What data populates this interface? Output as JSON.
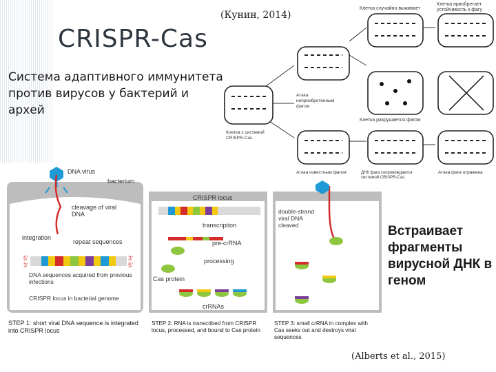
{
  "slide": {
    "title": "CRISPR-Cas",
    "subtitle": "Система адаптивного иммунитета против вирусов у бактерий и архей",
    "citation_top": "(Кунин, 2014)",
    "insert_text": "Встраивает фрагменты вирусной ДНК в геном",
    "citation_bottom": "(Alberts et al., 2015)"
  },
  "kunin_diagram": {
    "label_random_kill": "Клетка случайно выживает",
    "label_acquires": "Клетка приобретает устойчивость к фагу",
    "label_attack": "Атака неприобретенным фагом",
    "label_destroys": "Клетка разрушается фагом",
    "label_crispr_cell": "Клетка с системой CRISPR-Cas",
    "label_attack_known": "Атака известным фагом",
    "label_dna_phage": "ДНК фага сопровождается системой CRISPR-Cas",
    "label_repelled": "Атака фага отражена"
  },
  "alberts_figure": {
    "dna_virus": "DNA virus",
    "bacterium": "bacterium",
    "cleavage": "cleavage of viral DNA",
    "integration": "integration",
    "repeat_sequences": "repeat sequences",
    "dna_acquired": "DNA sequences acquired from previous infections",
    "crispr_locus_genome": "CRISPR locus in bacterial genome",
    "crispr_locus": "CRISPR locus",
    "transcription": "transcription",
    "pre_crrna": "pre-crRNA",
    "processing": "processing",
    "cas_protein": "Cas protein",
    "crrnas": "crRNAs",
    "double_strand": "double-strand viral DNA cleaved",
    "five_prime": "5’",
    "three_prime": "3’",
    "step1": "STEP 1: short viral DNA sequence is integrated into CRISPR locus",
    "step2": "STEP 2: RNA is transcribed from CRISPR locus, processed, and bound to Cas protein",
    "step3": "STEP 3: small crRNA in complex with Cas seeks out and destroys viral sequences"
  },
  "colors": {
    "panel_bg": "#bdbdbd",
    "cell_bg": "#ffffff",
    "virus_blue": "#1f9ad6",
    "viral_red": "#d42b2b",
    "repeat_yellow": "#f2c811",
    "cas_green": "#8ec63f",
    "purple": "#7b3f9a"
  }
}
